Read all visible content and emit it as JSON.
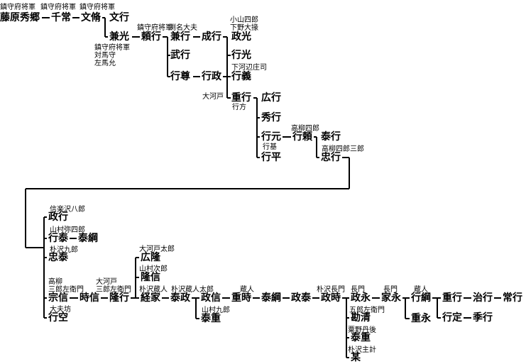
{
  "people": {
    "fujiwara_hidesato": {
      "name": "藤原秀郷",
      "titles": [
        "鎮守府将軍"
      ]
    },
    "chitsune": {
      "name": "千常",
      "titles": [
        "鎮守府将軍"
      ]
    },
    "fumiyasu": {
      "name": "文脩",
      "titles": [
        "鎮守府将軍"
      ]
    },
    "fumiyuki": {
      "name": "文行",
      "titles": []
    },
    "kanemitsu": {
      "name": "兼光",
      "titles": [
        "鎮守府将軍",
        "対馬守",
        "左馬允"
      ]
    },
    "yoriyuki": {
      "name": "頼行",
      "titles": [
        "鎮守府将軍"
      ]
    },
    "kaneyuki": {
      "name": "兼行",
      "titles": [
        "渕名大夫"
      ]
    },
    "nariyuki": {
      "name": "成行",
      "titles": []
    },
    "masamitsu": {
      "name": "政光",
      "titles": [
        "小山四郎",
        "下野大掾"
      ]
    },
    "takeyuki": {
      "name": "武行",
      "titles": []
    },
    "yukimitsu": {
      "name": "行光",
      "titles": []
    },
    "yukitaka": {
      "name": "行尊",
      "titles": []
    },
    "yukimasa": {
      "name": "行政",
      "titles": []
    },
    "yukiyoshi": {
      "name": "行義",
      "titles": [
        "下河辺庄司"
      ]
    },
    "shigeyuki": {
      "name": "重行",
      "titles": [
        "大河戸"
      ],
      "note": "行方"
    },
    "hiroyuki": {
      "name": "広行",
      "titles": []
    },
    "hideyuki": {
      "name": "秀行",
      "titles": []
    },
    "yukimoto": {
      "name": "行元",
      "titles": [],
      "note": "行基"
    },
    "yukiyori": {
      "name": "行頼",
      "titles": [
        "高柳四郎"
      ]
    },
    "yasuyuki": {
      "name": "泰行",
      "titles": []
    },
    "yukihira": {
      "name": "行平",
      "titles": []
    },
    "tadayuki": {
      "name": "忠行",
      "titles": [
        "高柳四郎三郎"
      ]
    },
    "masayuki": {
      "name": "政行",
      "titles": [
        "信楽沢八郎"
      ]
    },
    "yukiyasu": {
      "name": "行泰",
      "titles": [
        "山村弥四郎"
      ]
    },
    "yasutsuna": {
      "name": "泰綱",
      "titles": []
    },
    "tadayasu": {
      "name": "忠泰",
      "titles": [
        "朴沢九郎"
      ]
    },
    "munenobu": {
      "name": "宗信",
      "titles": [
        "高柳",
        "三郎左衛門"
      ]
    },
    "tokinobu": {
      "name": "時信",
      "titles": []
    },
    "takayuki": {
      "name": "隆行",
      "titles": [
        "大河戸",
        "三郎左衛門"
      ]
    },
    "yukizora": {
      "name": "行空",
      "titles": [
        "大夫坊"
      ]
    },
    "hirotaka": {
      "name": "広隆",
      "titles": [
        "大河戸太郎"
      ]
    },
    "takanobu": {
      "name": "隆信",
      "titles": [
        "山村次郎"
      ]
    },
    "tsuneie": {
      "name": "経家",
      "titles": [
        "朴沢蔵人"
      ]
    },
    "yasumasa": {
      "name": "泰政",
      "titles": [
        "朴沢蔵人太郎"
      ]
    },
    "masanobu": {
      "name": "政信",
      "titles": []
    },
    "shigetoki": {
      "name": "重時",
      "titles": [
        "蔵人"
      ]
    },
    "yasutsuna2": {
      "name": "泰綱",
      "titles": []
    },
    "masayasu": {
      "name": "政泰",
      "titles": []
    },
    "masatoki": {
      "name": "政時",
      "titles": [
        "朴沢長門"
      ]
    },
    "yasushige": {
      "name": "泰重",
      "titles": [
        "山村九郎"
      ]
    },
    "masanaga": {
      "name": "政永",
      "titles": [
        "長門"
      ]
    },
    "ienaga": {
      "name": "家永",
      "titles": [
        "長門"
      ]
    },
    "yukitsuna": {
      "name": "行綱",
      "titles": [
        "蔵人"
      ]
    },
    "shigeyuki2": {
      "name": "重行",
      "titles": []
    },
    "haruyuki": {
      "name": "治行",
      "titles": []
    },
    "tsuneyuki": {
      "name": "常行",
      "titles": []
    },
    "shigenaga": {
      "name": "重永",
      "titles": []
    },
    "yukisada": {
      "name": "行定",
      "titles": []
    },
    "sueyuki": {
      "name": "季行",
      "titles": []
    },
    "kansei": {
      "name": "勘清",
      "titles": [
        "五郎左衛門"
      ]
    },
    "yasushige2": {
      "name": "泰重",
      "titles": [
        "粟野丹後"
      ]
    },
    "bou": {
      "name": "某",
      "titles": [
        "朴沢主計"
      ]
    }
  }
}
